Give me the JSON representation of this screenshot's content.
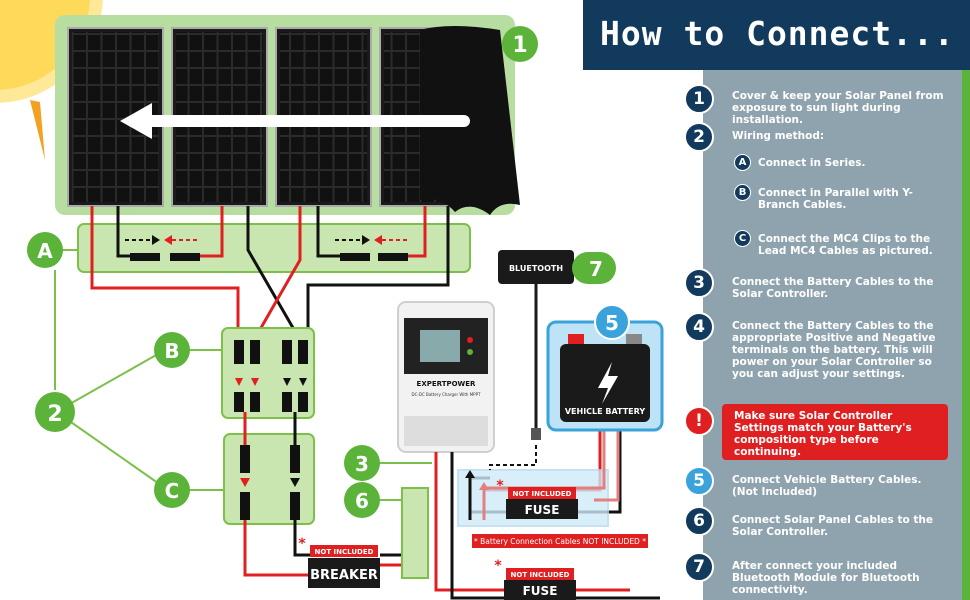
{
  "header": {
    "title": "How to Connect..."
  },
  "diagram": {
    "callouts": [
      "1",
      "A",
      "B",
      "2",
      "C",
      "3",
      "5",
      "6",
      "7"
    ],
    "bluetooth_label": "BLUETOOTH",
    "vehicle_battery_label": "VEHICLE BATTERY",
    "controller_brand": "EXPERTPOWER",
    "controller_caption": "DC-DC Battery Charger With MPPT",
    "not_included": "NOT INCLUDED",
    "breaker_label": "BREAKER",
    "fuse_label": "FUSE",
    "battery_cables_note": "* Battery Connection Cables NOT INCLUDED *",
    "asterisk": "*"
  },
  "steps": [
    {
      "badge": "1",
      "text": "Cover & keep your Solar Panel from exposure to sun light during installation."
    },
    {
      "badge": "2",
      "text": "Wiring method:"
    },
    {
      "badge": "3",
      "text": "Connect the Battery Cables to the Solar Controller."
    },
    {
      "badge": "4",
      "text": "Connect the Battery Cables to the appropriate Positive and Negative terminals on the battery. This will power on your Solar Controller so you can adjust your settings."
    },
    {
      "badge": "5",
      "text": "Connect Vehicle Battery Cables. (Not Included)"
    },
    {
      "badge": "6",
      "text": "Connect Solar Panel Cables to the Solar Controller."
    },
    {
      "badge": "7",
      "text": "After connect your included Bluetooth Module for Bluetooth connectivity."
    }
  ],
  "substeps": [
    {
      "badge": "A",
      "text": "Connect in Series."
    },
    {
      "badge": "B",
      "text": "Connect in Parallel with Y-Branch Cables."
    },
    {
      "badge": "C",
      "text": "Connect the MC4 Clips to the Lead MC4 Cables as pictured."
    }
  ],
  "warning": {
    "badge": "!",
    "text": "Make sure Solar Controller Settings match your Battery's composition type before continuing."
  },
  "colors": {
    "navy": "#123a5c",
    "green": "#5cb33a",
    "red": "#e02020",
    "blue": "#3aa3dc",
    "panel": "#8fa3ae",
    "sun": "#ffd95a"
  }
}
